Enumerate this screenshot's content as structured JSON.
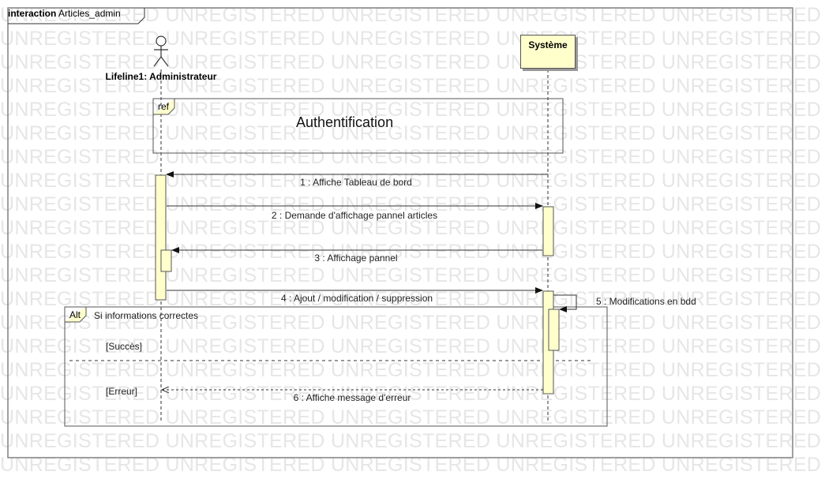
{
  "watermark": "UNREGISTERED",
  "frame": {
    "keyword": "interaction",
    "name": "Articles_admin"
  },
  "lifelines": {
    "admin": {
      "label": "Lifeline1: Administrateur"
    },
    "system": {
      "label": "Système"
    }
  },
  "ref": {
    "tag": "ref",
    "title": "Authentification"
  },
  "alt": {
    "tag": "Alt",
    "condition": "Si informations correctes",
    "guard_success": "[Succès]",
    "guard_error": "[Erreur]"
  },
  "messages": [
    {
      "label": "1 : Affiche Tableau de bord"
    },
    {
      "label": "2 : Demande d'affichage pannel articles"
    },
    {
      "label": "3 : Affichage pannel"
    },
    {
      "label": "4 : Ajout / modification / suppression"
    },
    {
      "label": "5 : Modifications en bdd"
    },
    {
      "label": "6 : Affiche message d'erreur"
    }
  ],
  "colors": {
    "activation_fill": "#ffffcc",
    "line": "#555555",
    "frame": "#808080"
  }
}
